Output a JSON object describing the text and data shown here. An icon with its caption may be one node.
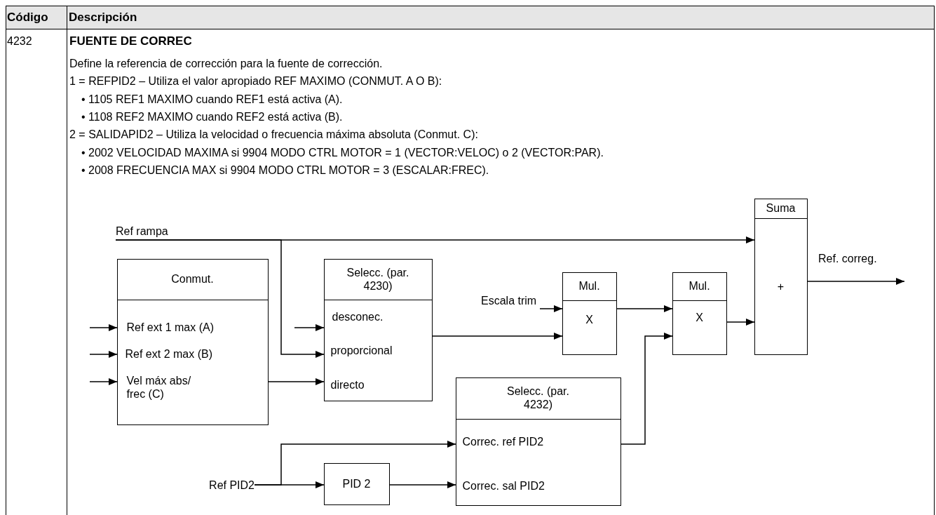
{
  "diagram": {
    "nodes": [
      {
        "text": [
          "Conmut.",
          "Ref ext 1 max (A)",
          "Ref ext 2 max (B)",
          "Vel máx abs/ frec (C)"
        ]
      },
      {
        "text": [
          "Selecc. (par. 4230)",
          "desconec.",
          "proporcional",
          "directo"
        ]
      },
      {
        "text": [
          "Mul.",
          "X"
        ]
      },
      {
        "text": [
          "Mul.",
          "X"
        ]
      },
      {
        "text": [
          "Suma",
          "+"
        ]
      },
      {
        "text": [
          "Selecc. (par. 4232)",
          "Correc. ref PID2",
          "Correc. sal PID2"
        ]
      },
      {
        "text": [
          "PID 2"
        ]
      },
      {
        "text": [
          "Ref rampa"
        ]
      },
      {
        "text": [
          "Escala trim"
        ]
      },
      {
        "text": [
          "Ref PID2"
        ]
      }
    ],
    "edges": [
      {
        "from": null,
        "to": 0,
        "arrow": "to"
      },
      {
        "from": null,
        "to": 0,
        "arrow": "to"
      },
      {
        "from": null,
        "to": 0,
        "arrow": "to"
      },
      {
        "from": null,
        "to": 1,
        "arrow": "to"
      },
      {
        "from": 7,
        "to": 1,
        "arrow": "to"
      },
      {
        "from": 7,
        "to": 4,
        "arrow": "to"
      },
      {
        "from": 0,
        "to": 1,
        "arrow": "to"
      },
      {
        "from": 1,
        "to": 2,
        "arrow": "to"
      },
      {
        "from": 8,
        "to": 2,
        "arrow": "to"
      },
      {
        "from": 2,
        "to": 3,
        "arrow": "to"
      },
      {
        "from": 5,
        "to": 3,
        "arrow": "to"
      },
      {
        "from": 3,
        "to": 4,
        "arrow": "to"
      },
      {
        "from": 4,
        "to": null,
        "arrow": "to",
        "label": "Ref. correg."
      },
      {
        "from": 9,
        "to": 5,
        "arrow": "to"
      },
      {
        "from": 9,
        "to": 6,
        "arrow": "to"
      },
      {
        "from": 6,
        "to": 5,
        "arrow": "to"
      }
    ],
    "labels": [
      "Código",
      "Descripción",
      "4232",
      "FUENTE DE CORREC",
      "Define la referencia de corrección para la fuente de corrección.",
      "1 = REFPID2 – Utiliza el valor apropiado REF MAXIMO (CONMUT. A O B):",
      "• 1105 REF1 MAXIMO cuando REF1 está activa (A).",
      "• 1108 REF2 MAXIMO cuando REF2 está activa (B).",
      "2 = SALIDAPID2 – Utiliza la velocidad o frecuencia máxima absoluta (Conmut. C):",
      "• 2002 VELOCIDAD MAXIMA si 9904 MODO CTRL MOTOR = 1 (VECTOR:VELOC) o 2 (VECTOR:PAR).",
      "• 2008 FRECUENCIA MAX si 9904 MODO CTRL MOTOR = 3 (ESCALAR:FREC)."
    ]
  }
}
